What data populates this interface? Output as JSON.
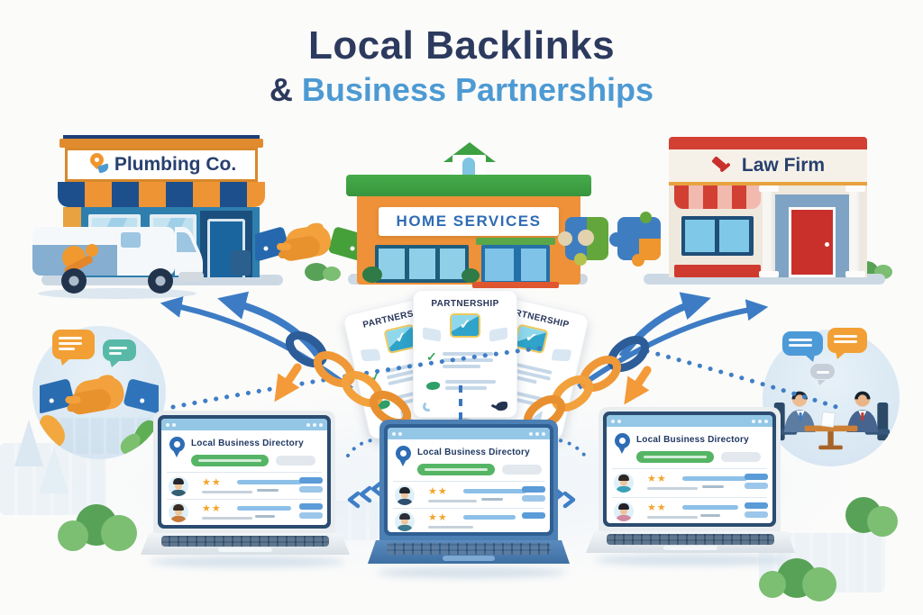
{
  "title": {
    "line1": "Local Backlinks",
    "ampersand": "&",
    "line2": "Business Partnerships"
  },
  "buildings": {
    "plumbing": {
      "name": "Plumbing Co."
    },
    "home_services": {
      "name": "HOME SERVICES"
    },
    "law_firm": {
      "name": "Law Firm"
    }
  },
  "partnership_cards": {
    "label": "PARTNERSHIP"
  },
  "directory": {
    "title": "Local Business Directory",
    "stars": "★★"
  },
  "icons": {
    "check": "✓",
    "star": "★",
    "location_pin": "map-pin",
    "gavel": "gavel",
    "handshake": "handshake",
    "puzzle": "puzzle-pieces",
    "chain": "chain-links",
    "speech_bubble": "speech-bubble"
  },
  "colors": {
    "title_navy": "#2c3a5e",
    "title_blue": "#4d9ad3",
    "arrow_blue": "#3d7cc4",
    "chain_orange": "#f09a3a",
    "chain_navy": "#2c5d99",
    "button_green": "#55b564",
    "star_orange": "#f3a52c",
    "roof_green": "#3da043",
    "facade_orange": "#ef9138",
    "law_red": "#cf3a2e"
  }
}
